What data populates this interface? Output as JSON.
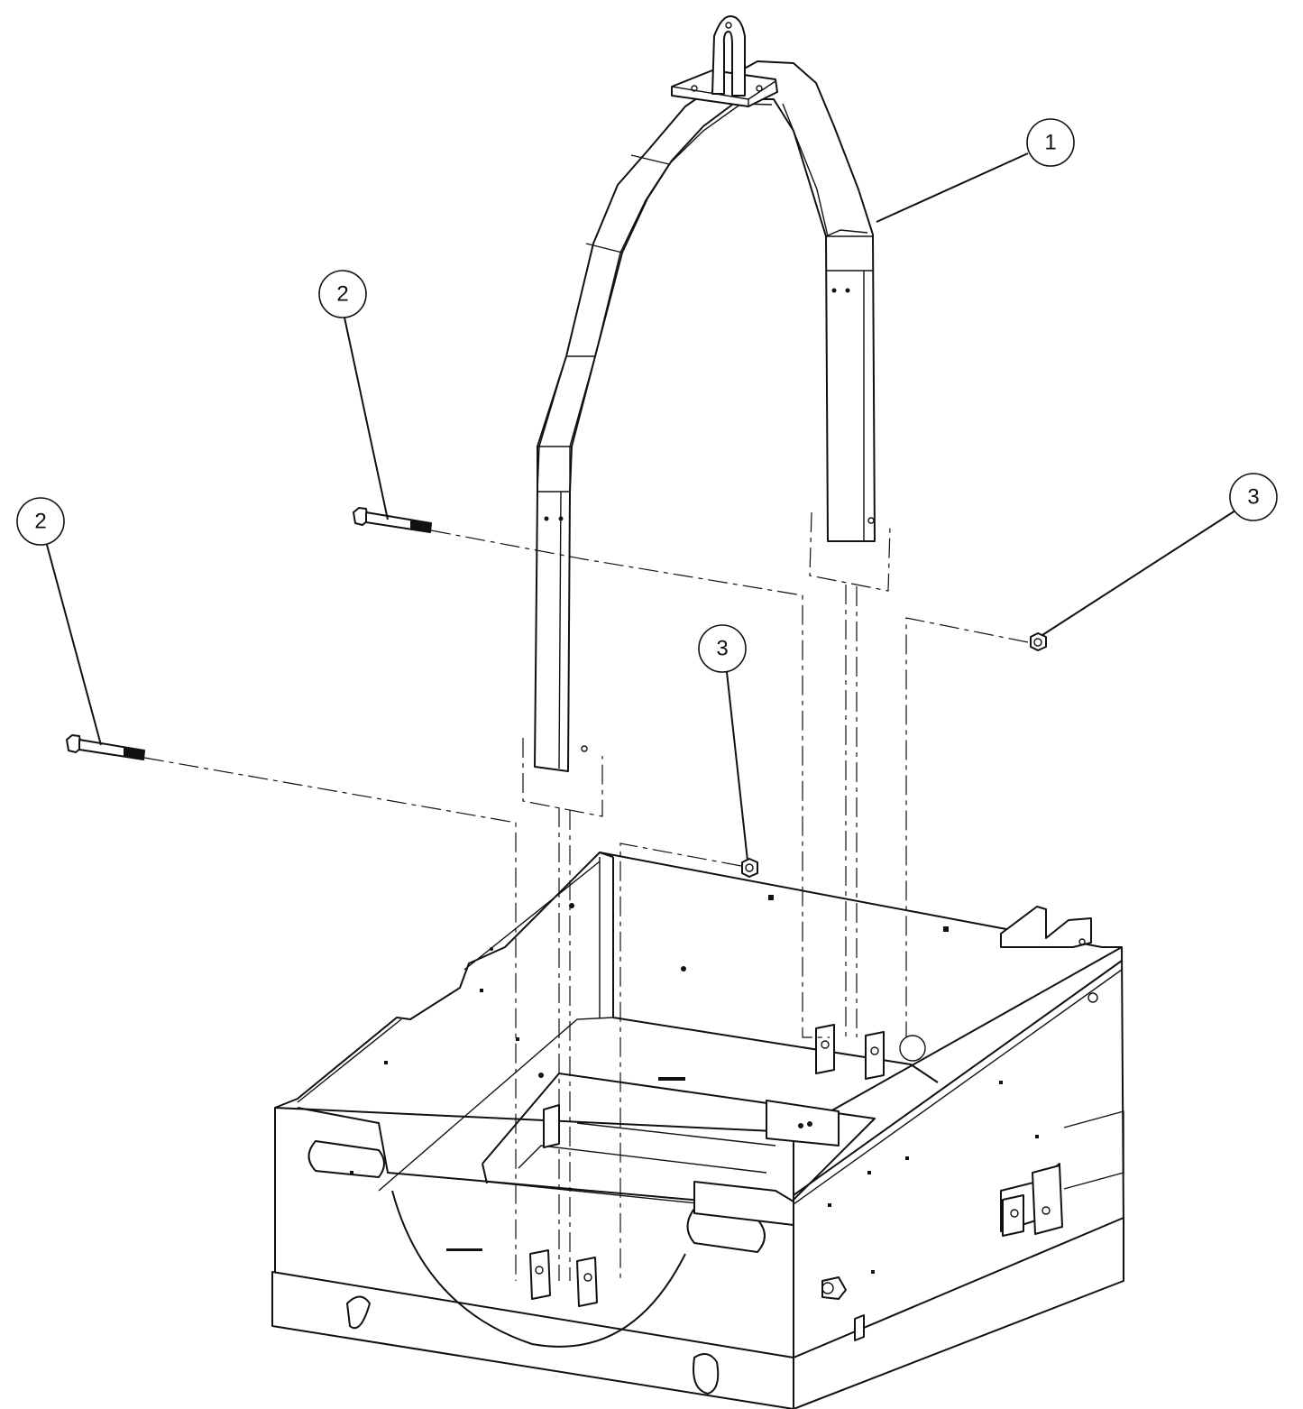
{
  "callouts": [
    {
      "id": "callout-1",
      "label": "1"
    },
    {
      "id": "callout-2-upper",
      "label": "2"
    },
    {
      "id": "callout-2-lower",
      "label": "2"
    },
    {
      "id": "callout-3-right",
      "label": "3"
    },
    {
      "id": "callout-3-center",
      "label": "3"
    }
  ]
}
